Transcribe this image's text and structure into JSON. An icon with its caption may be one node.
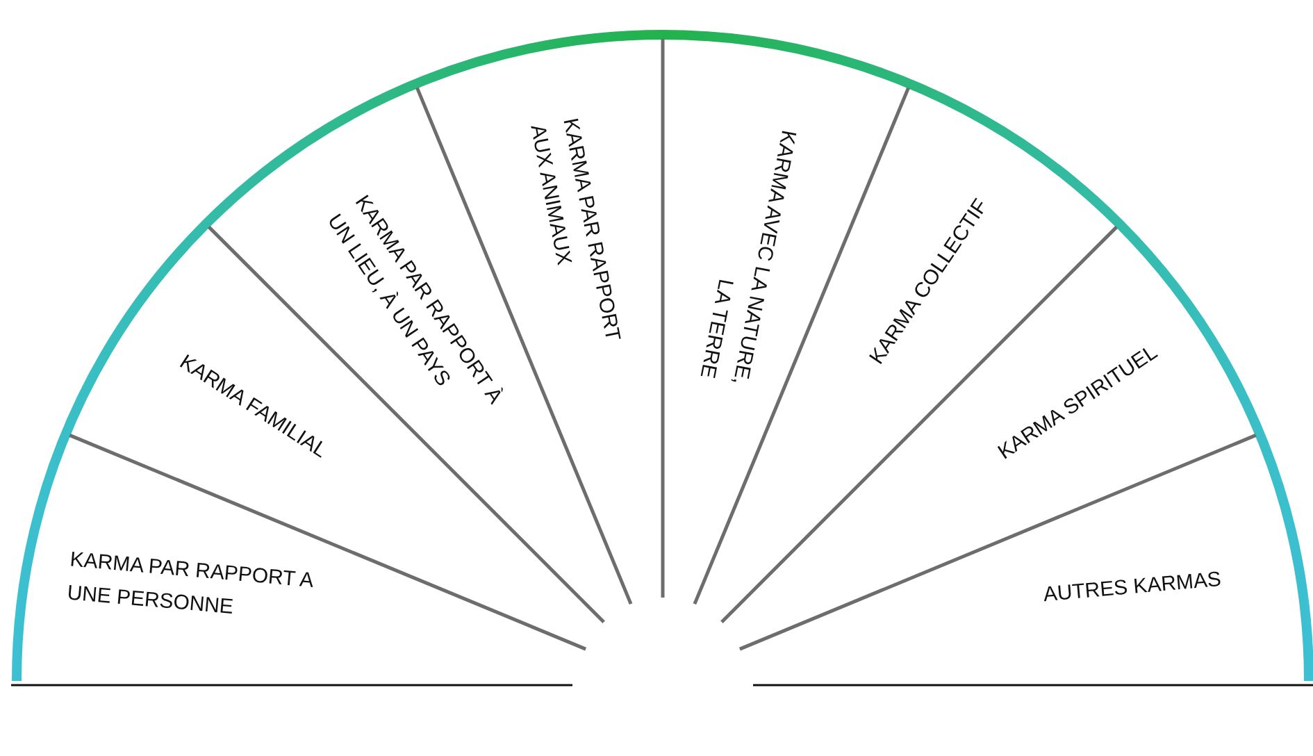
{
  "diagram": {
    "nodes": [
      {
        "text": [
          "KARMA PAR RAPPORT A UNE PERSONNE"
        ]
      },
      {
        "text": [
          "KARMA FAMILIAL"
        ]
      },
      {
        "text": [
          "KARMA PAR RAPPORT À UN LIEU, À UN PAYS"
        ]
      },
      {
        "text": [
          "KARMA PAR RAPPORT AUX ANIMAUX"
        ]
      },
      {
        "text": [
          "KARMA AVEC LA NATURE, LA TERRE"
        ]
      },
      {
        "text": [
          "KARMA COLLECTIF"
        ]
      },
      {
        "text": [
          "KARMA SPIRITUEL"
        ]
      },
      {
        "text": [
          "AUTRES KARMAS"
        ]
      }
    ]
  }
}
